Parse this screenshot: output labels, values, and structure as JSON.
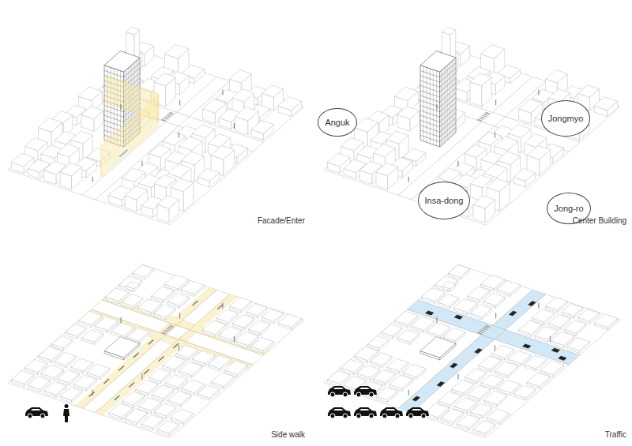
{
  "diagram": {
    "nodes": [
      {
        "text": [
          "Anguk"
        ]
      },
      {
        "text": [
          "Jongmyo"
        ]
      },
      {
        "text": [
          "Insa-dong"
        ]
      },
      {
        "text": [
          "Jong-ro"
        ]
      }
    ],
    "labels": [
      "Facade/Enter",
      "Center Building",
      "Side walk",
      "Traffic"
    ]
  }
}
